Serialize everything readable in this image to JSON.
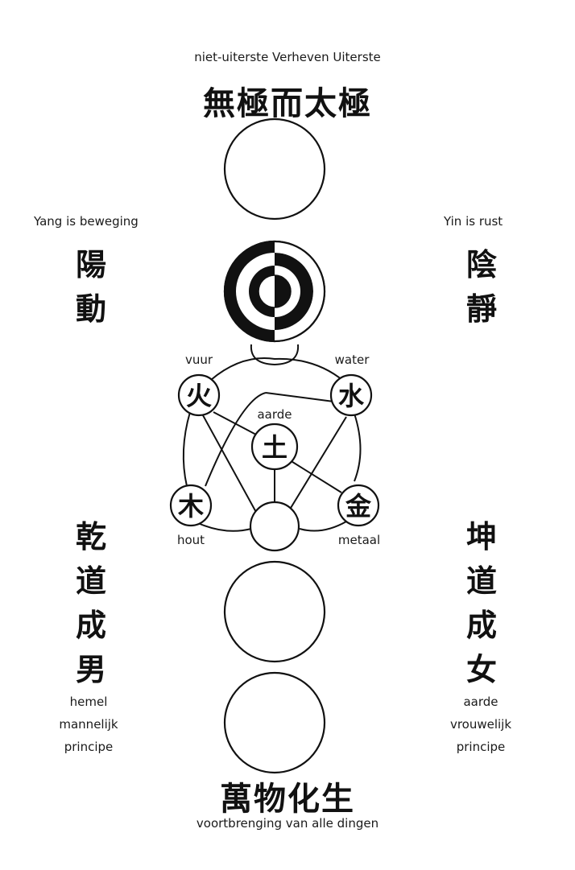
{
  "top": {
    "subtitle": "niet-uiterste Verheven Uiterste",
    "title": "無極而太極"
  },
  "yang": {
    "caption": "Yang is beweging",
    "chars": [
      "陽",
      "動"
    ]
  },
  "yin": {
    "caption": "Yin is rust",
    "chars": [
      "陰",
      "靜"
    ]
  },
  "elements": {
    "fire": {
      "char": "火",
      "label": "vuur"
    },
    "water": {
      "char": "水",
      "label": "water"
    },
    "earth": {
      "char": "土",
      "label": "aarde"
    },
    "wood": {
      "char": "木",
      "label": "hout"
    },
    "metal": {
      "char": "金",
      "label": "metaal"
    }
  },
  "qian": {
    "chars": [
      "乾",
      "道",
      "成",
      "男"
    ],
    "lines": [
      "hemel",
      "mannelijk",
      "principe"
    ]
  },
  "kun": {
    "chars": [
      "坤",
      "道",
      "成",
      "女"
    ],
    "lines": [
      "aarde",
      "vrouwelijk",
      "principe"
    ]
  },
  "bottom": {
    "title": "萬物化生",
    "subtitle": "voortbrenging van alle dingen"
  }
}
